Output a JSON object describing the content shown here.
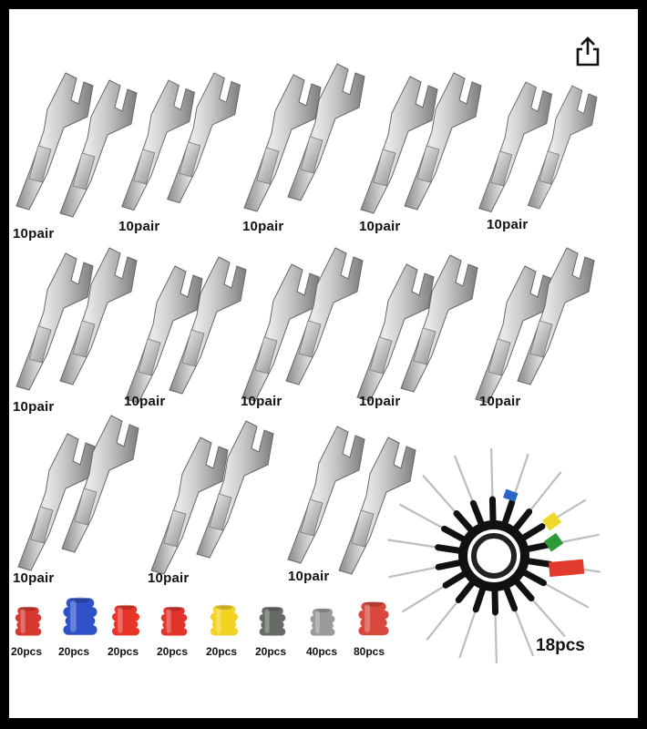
{
  "share_icon": "share-icon",
  "terminal_labels": [
    "10pair",
    "10pair",
    "10pair",
    "10pair",
    "10pair",
    "10pair",
    "10pair",
    "10pair",
    "10pair",
    "10pair",
    "10pair",
    "10pair",
    "10pair"
  ],
  "seals": [
    {
      "label": "20pcs",
      "color": "#d6392f"
    },
    {
      "label": "20pcs",
      "color": "#2f52c9"
    },
    {
      "label": "20pcs",
      "color": "#e8352a"
    },
    {
      "label": "20pcs",
      "color": "#e3342c"
    },
    {
      "label": "20pcs",
      "color": "#f3d321"
    },
    {
      "label": "20pcs",
      "color": "#666b66"
    },
    {
      "label": "40pcs",
      "color": "#9a9c9c"
    },
    {
      "label": "80pcs",
      "color": "#d8483c"
    }
  ],
  "tool_kit_label": "18pcs",
  "tool_handle_color": "#111111",
  "tool_tip_colors": [
    "#e23a2c",
    "#2c9a3a",
    "#f0d82a",
    "#2a66c8"
  ]
}
